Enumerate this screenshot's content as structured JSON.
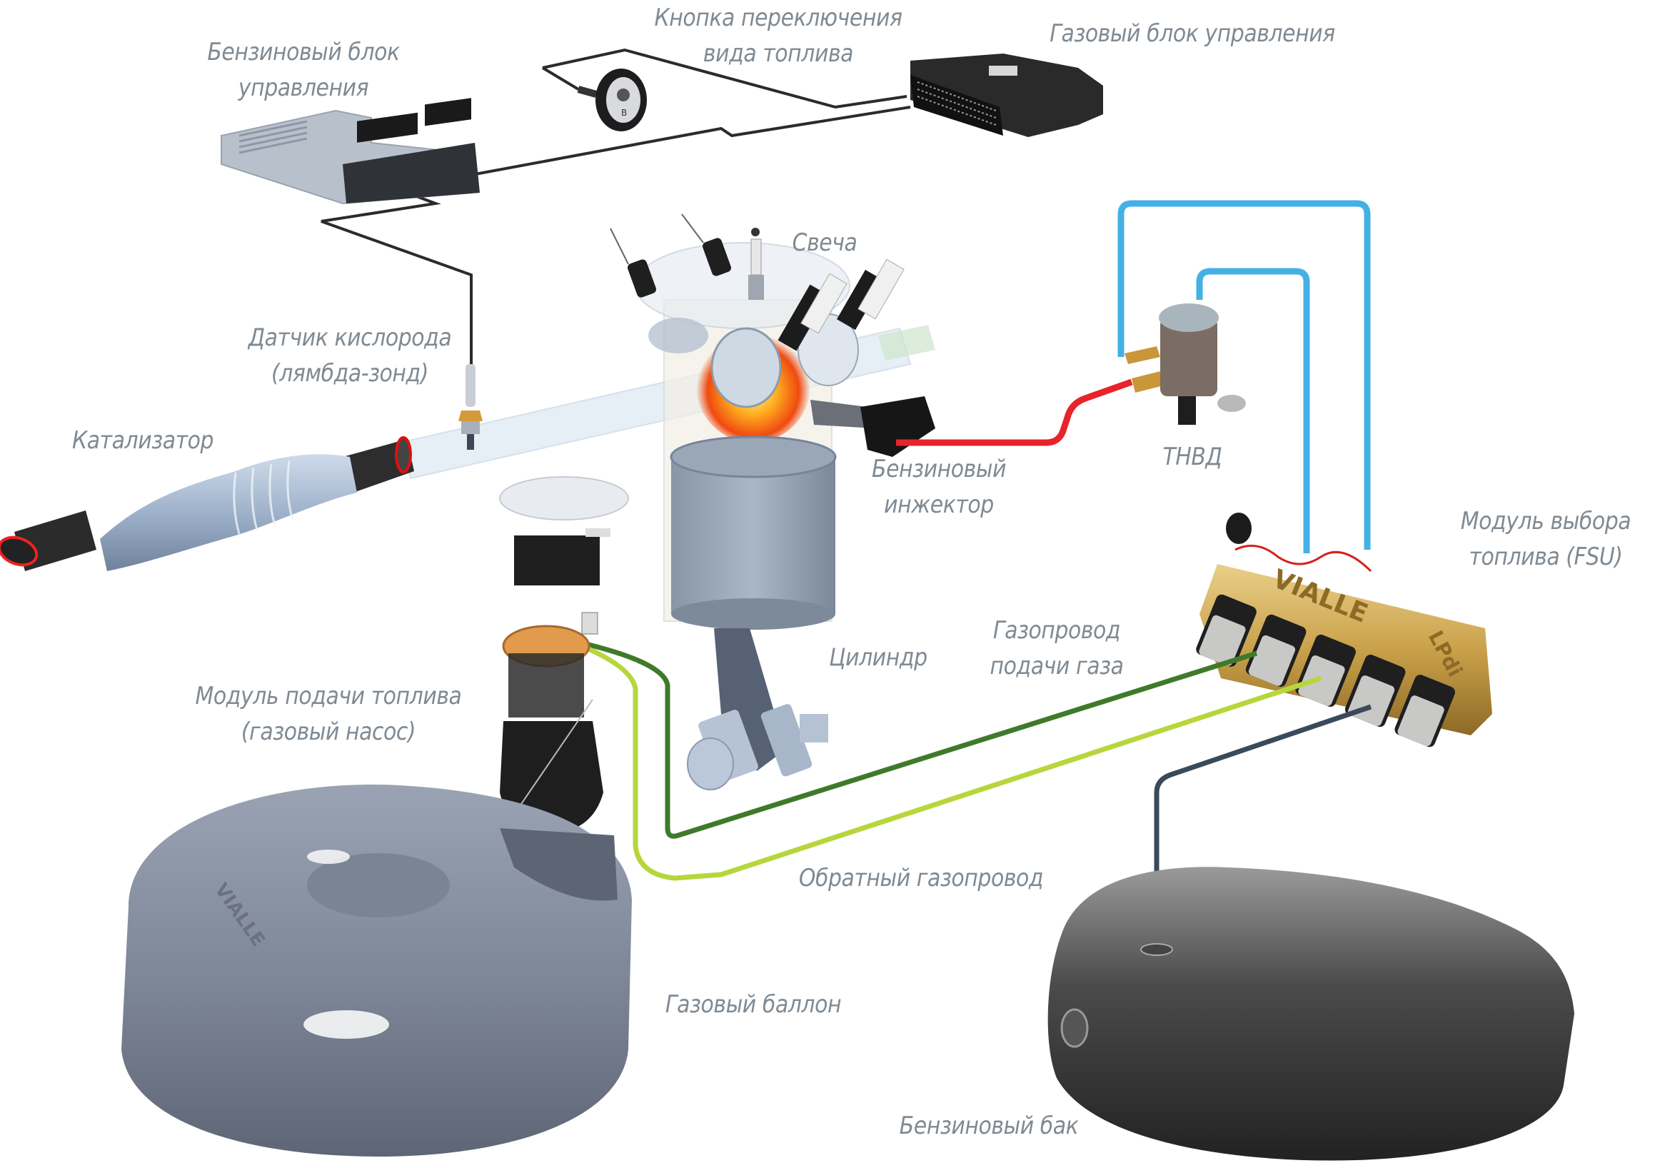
{
  "title": "Схема комбинированной топливной системы (бензин / газ)",
  "labels": {
    "petrol_ecu": [
      "Бензиновый блок",
      "управления"
    ],
    "switch_button": [
      "Кнопка переключения",
      "вида топлива"
    ],
    "gas_ecu": [
      "Газовый блок управления"
    ],
    "spark_plug": [
      "Свеча"
    ],
    "oxygen_sensor": [
      "Датчик кислорода",
      "(лямбда-зонд)"
    ],
    "catalyst": [
      "Катализатор"
    ],
    "petrol_injector": [
      "Бензиновый",
      "инжектор"
    ],
    "hpfp": [
      "ТНВД"
    ],
    "fsu": [
      "Модуль выбора",
      "топлива (FSU)"
    ],
    "gas_supply_line": [
      "Газопровод",
      "подачи газа"
    ],
    "cylinder": [
      "Цилиндр"
    ],
    "fuel_module": [
      "Модуль подачи топлива",
      "(газовый насос)"
    ],
    "return_line": [
      "Обратный газопровод"
    ],
    "gas_tank": [
      "Газовый баллон"
    ],
    "petrol_tank": [
      "Бензиновый бак"
    ]
  },
  "brand_marks": {
    "fsu_brand": "VIALLE",
    "fsu_model": "LPdi",
    "tank_brand": "VIALLE",
    "switch_letter": "B"
  },
  "colors": {
    "label_text": "#7f8a93",
    "wire": "#2b2b2b",
    "high_pressure_line": "#e8232a",
    "blue_line": "#45b0e5",
    "gas_supply": "#3f7a2a",
    "gas_return": "#b7d63c",
    "petrol_line": "#3a4a5a"
  }
}
